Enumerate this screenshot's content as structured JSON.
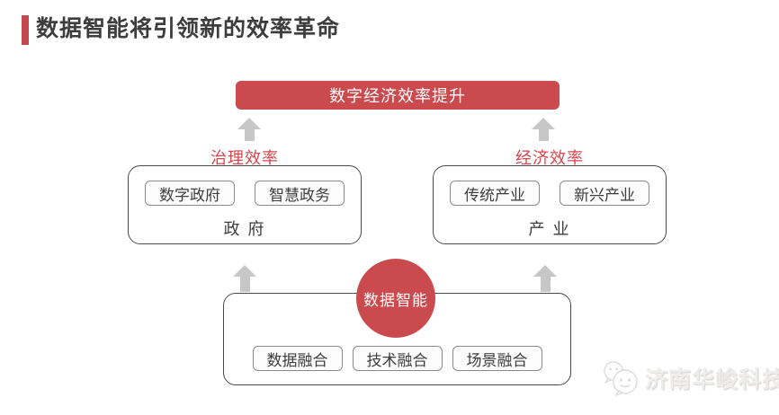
{
  "page": {
    "title": "数据智能将引领新的效率革命"
  },
  "diagram": {
    "top_box": {
      "label": "数字经济效率提升"
    },
    "left_group": {
      "efficiency_label": "治理效率",
      "items": [
        "数字政府",
        "智慧政务"
      ],
      "category": "政 府"
    },
    "right_group": {
      "efficiency_label": "经济效率",
      "items": [
        "传统产业",
        "新兴产业"
      ],
      "category": "产 业"
    },
    "bottom_group": {
      "circle_label": "数据智能",
      "items": [
        "数据融合",
        "技术融合",
        "场景融合"
      ]
    },
    "colors": {
      "accent_red": "#cb4a4d",
      "label_red": "#d8454b",
      "arrow_gray": "#c7c7c7",
      "border_dark": "#4a4a4a"
    }
  },
  "watermark": {
    "logo": "wechat-icon",
    "text": "济南华峻科技"
  }
}
